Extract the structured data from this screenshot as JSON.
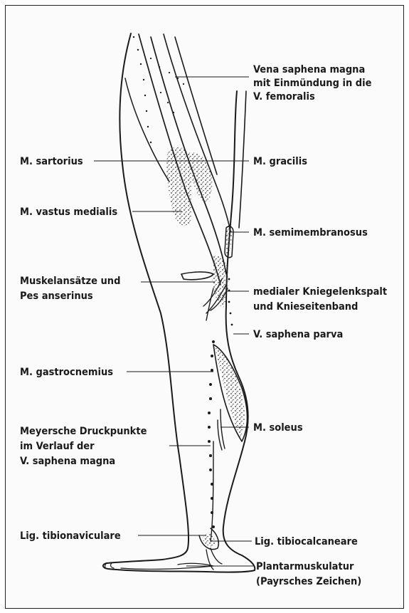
{
  "labels": {
    "vena_saphena_magna_1": "Vena saphena magna",
    "vena_saphena_magna_2": "mit Einmündung in die",
    "vena_saphena_magna_3": "V. femoralis",
    "m_sartorius": "M. sartorius",
    "m_gracilis": "M. gracilis",
    "m_vastus_medialis": "M. vastus medialis",
    "m_semimembranosus": "M. semimembranosus",
    "muskelansaetze_1": "Muskelansätze und",
    "muskelansaetze_2": "Pes anserinus",
    "kniegelenkspalt_1": "medialer Kniegelenkspalt",
    "kniegelenkspalt_2": "und Knieseitenband",
    "v_saphena_parva": "V. saphena parva",
    "m_gastrocnemius": "M. gastrocnemius",
    "meyersche_1": "Meyersche Druckpunkte",
    "meyersche_2": "im Verlauf der",
    "meyersche_3": "V. saphena magna",
    "m_soleus": "M. soleus",
    "lig_tibionaviculare": "Lig. tibionaviculare",
    "lig_tibiocalcaneare": "Lig. tibiocalcaneare",
    "plantarmuskulatur_1": "Plantarmuskulatur",
    "plantarmuskulatur_2": "(Payrsches Zeichen)"
  }
}
